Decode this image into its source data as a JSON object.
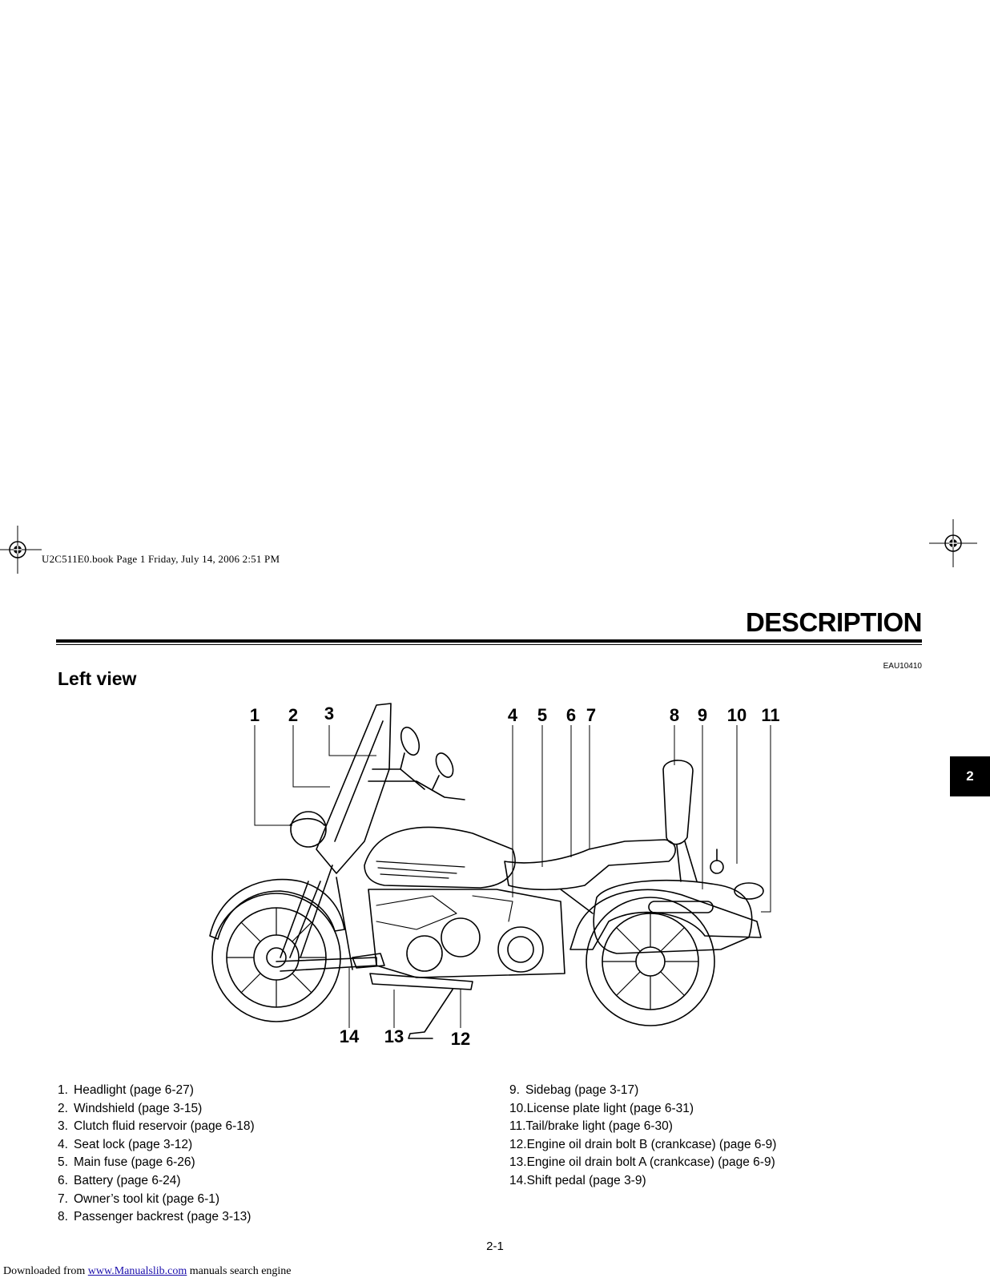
{
  "header": {
    "book_line": "U2C511E0.book  Page 1  Friday, July 14, 2006  2:51 PM"
  },
  "section": {
    "title": "DESCRIPTION",
    "code": "EAU10410",
    "subtitle": "Left view",
    "tab": "2"
  },
  "figure": {
    "callouts": [
      "1",
      "2",
      "3",
      "4",
      "5",
      "6",
      "7",
      "8",
      "9",
      "10",
      "11",
      "12",
      "13",
      "14"
    ]
  },
  "parts_list": {
    "left": [
      {
        "num": "1.",
        "text": "Headlight (page 6-27)"
      },
      {
        "num": "2.",
        "text": "Windshield (page 3-15)"
      },
      {
        "num": "3.",
        "text": "Clutch fluid reservoir (page 6-18)"
      },
      {
        "num": "4.",
        "text": "Seat lock (page 3-12)"
      },
      {
        "num": "5.",
        "text": "Main fuse (page 6-26)"
      },
      {
        "num": "6.",
        "text": "Battery (page 6-24)"
      },
      {
        "num": "7.",
        "text": "Owner’s tool kit (page 6-1)"
      },
      {
        "num": "8.",
        "text": "Passenger backrest (page 3-13)"
      }
    ],
    "right": [
      {
        "num": "9.",
        "text": "Sidebag (page 3-17)"
      },
      {
        "num": "10.",
        "text": "License plate light (page 6-31)"
      },
      {
        "num": "11.",
        "text": "Tail/brake light (page 6-30)"
      },
      {
        "num": "12.",
        "text": "Engine oil drain bolt B (crankcase) (page 6-9)"
      },
      {
        "num": "13.",
        "text": "Engine oil drain bolt A (crankcase) (page 6-9)"
      },
      {
        "num": "14.",
        "text": "Shift pedal (page 3-9)"
      }
    ]
  },
  "page_number": "2-1",
  "footer": {
    "prefix": "Downloaded from ",
    "link": "www.Manualslib.com",
    "suffix": "  manuals search engine"
  }
}
